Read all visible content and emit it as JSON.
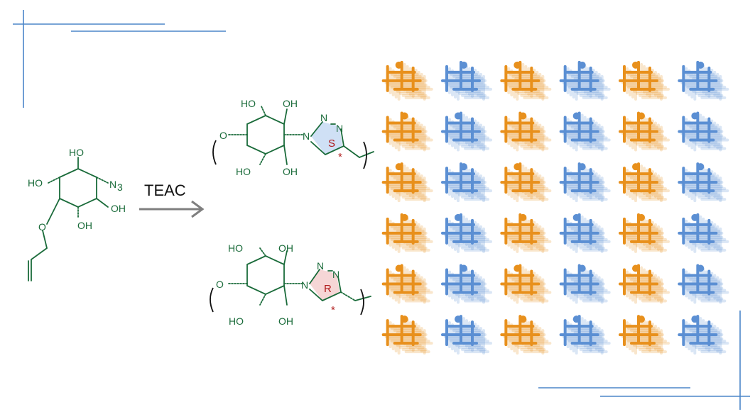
{
  "reagent": {
    "label": "TEAC"
  },
  "monomer": {
    "labels": {
      "ho_top": "HO",
      "n3": "N",
      "n3_sub": "3",
      "ho_left": "HO",
      "o_allyl": "O",
      "oh_right": "OH",
      "oh_bottom": "OH"
    }
  },
  "polymer_s": {
    "stereo_label": "S",
    "star": "*",
    "labels": {
      "ho_a": "HO",
      "oh_b": "OH",
      "o_c": "O",
      "ho_d": "HO",
      "oh_e": "OH",
      "n1": "N",
      "n2": "N",
      "n3": "N"
    }
  },
  "polymer_r": {
    "stereo_label": "R",
    "star": "*",
    "labels": {
      "ho_a": "HO",
      "oh_b": "OH",
      "o_c": "O",
      "ho_d": "HO",
      "oh_e": "OH",
      "n1": "N",
      "n2": "N",
      "n3": "N"
    }
  },
  "crystal_packing": {
    "colors": {
      "orange": "#e8901c",
      "blue": "#5b8fd3"
    },
    "rows": 6,
    "columns": 6
  },
  "frame_color": "#4b86c9"
}
